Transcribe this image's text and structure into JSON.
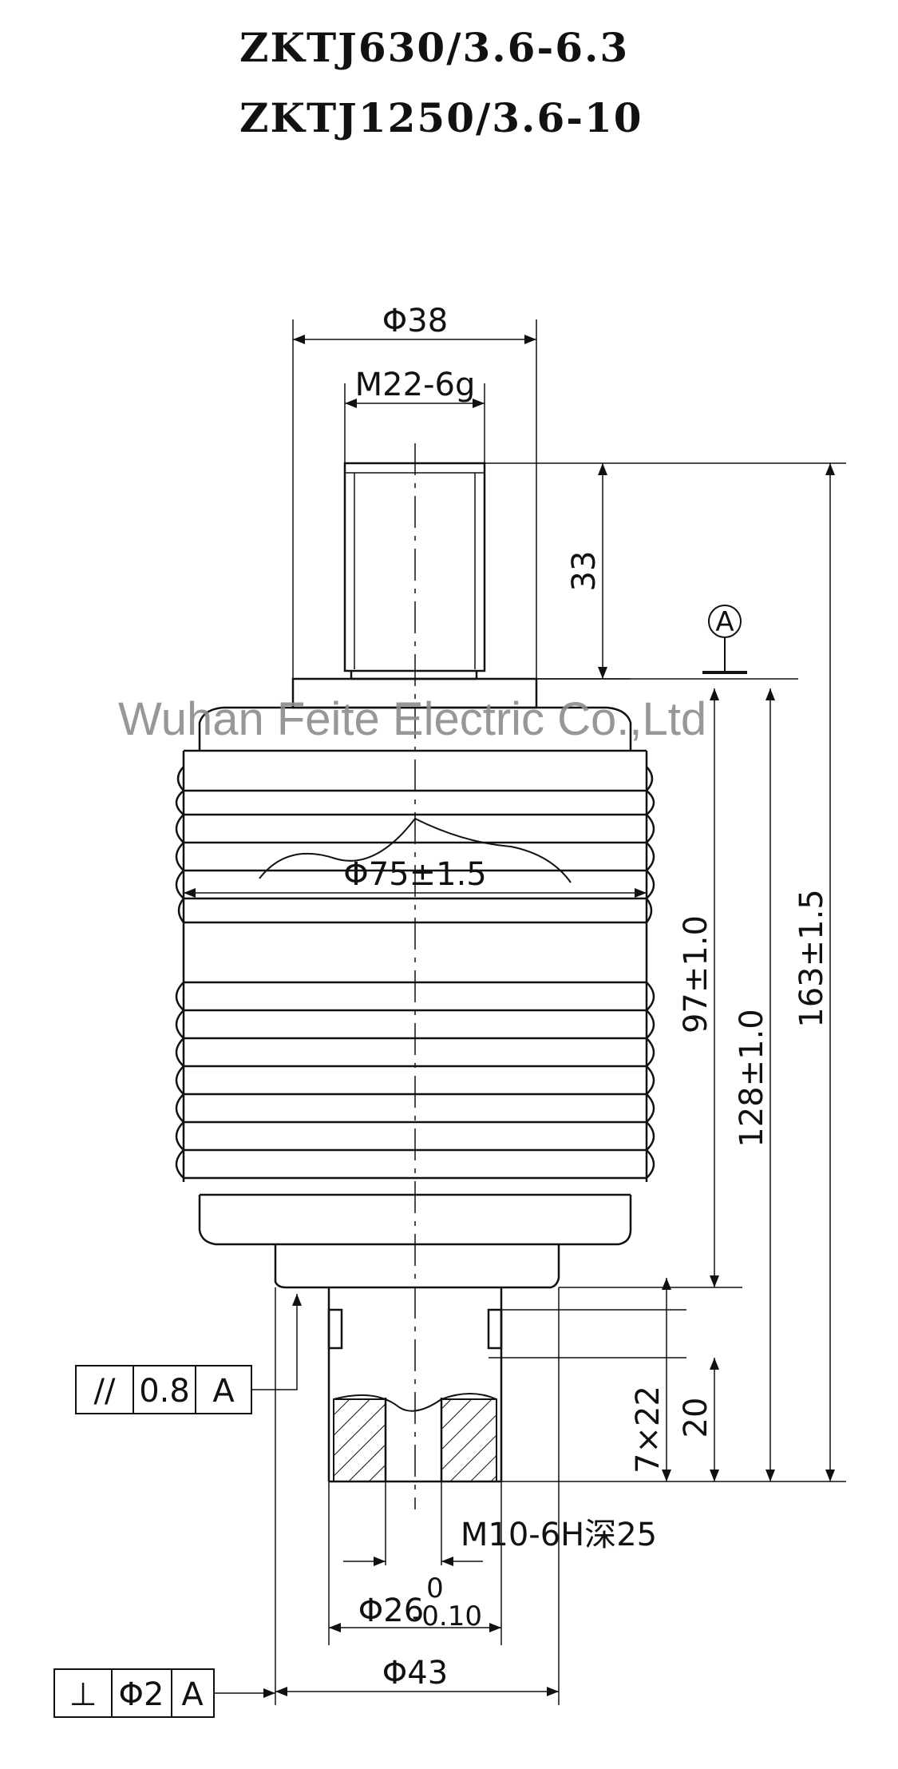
{
  "title": {
    "line1": "ZKTJ630/3.6-6.3",
    "line2": "ZKTJ1250/3.6-10"
  },
  "watermark": "Wuhan Feite Electric Co.,Ltd",
  "datum": "A",
  "dimensions": {
    "top_diameter": "Φ38",
    "thread_top": "M22-6g",
    "stud_length": "33",
    "body_diameter": "Φ75±1.5",
    "height_97": "97±1.0",
    "height_128": "128±1.0",
    "height_163": "163±1.5",
    "dim_7x22": "7×22",
    "dim_20": "20",
    "thread_bottom": "M10-6H深25",
    "dia_26": "Φ26",
    "tol_upper": "0",
    "tol_lower": "-0.10",
    "dia_43": "Φ43"
  },
  "tolerance_frames": {
    "parallel": {
      "symbol": "//",
      "value": "0.8",
      "datum": "A"
    },
    "perpendicular": {
      "symbol": "⊥",
      "value": "Φ2",
      "datum": "A"
    }
  },
  "colors": {
    "line": "#111111",
    "watermark": "#8c8c8c"
  }
}
